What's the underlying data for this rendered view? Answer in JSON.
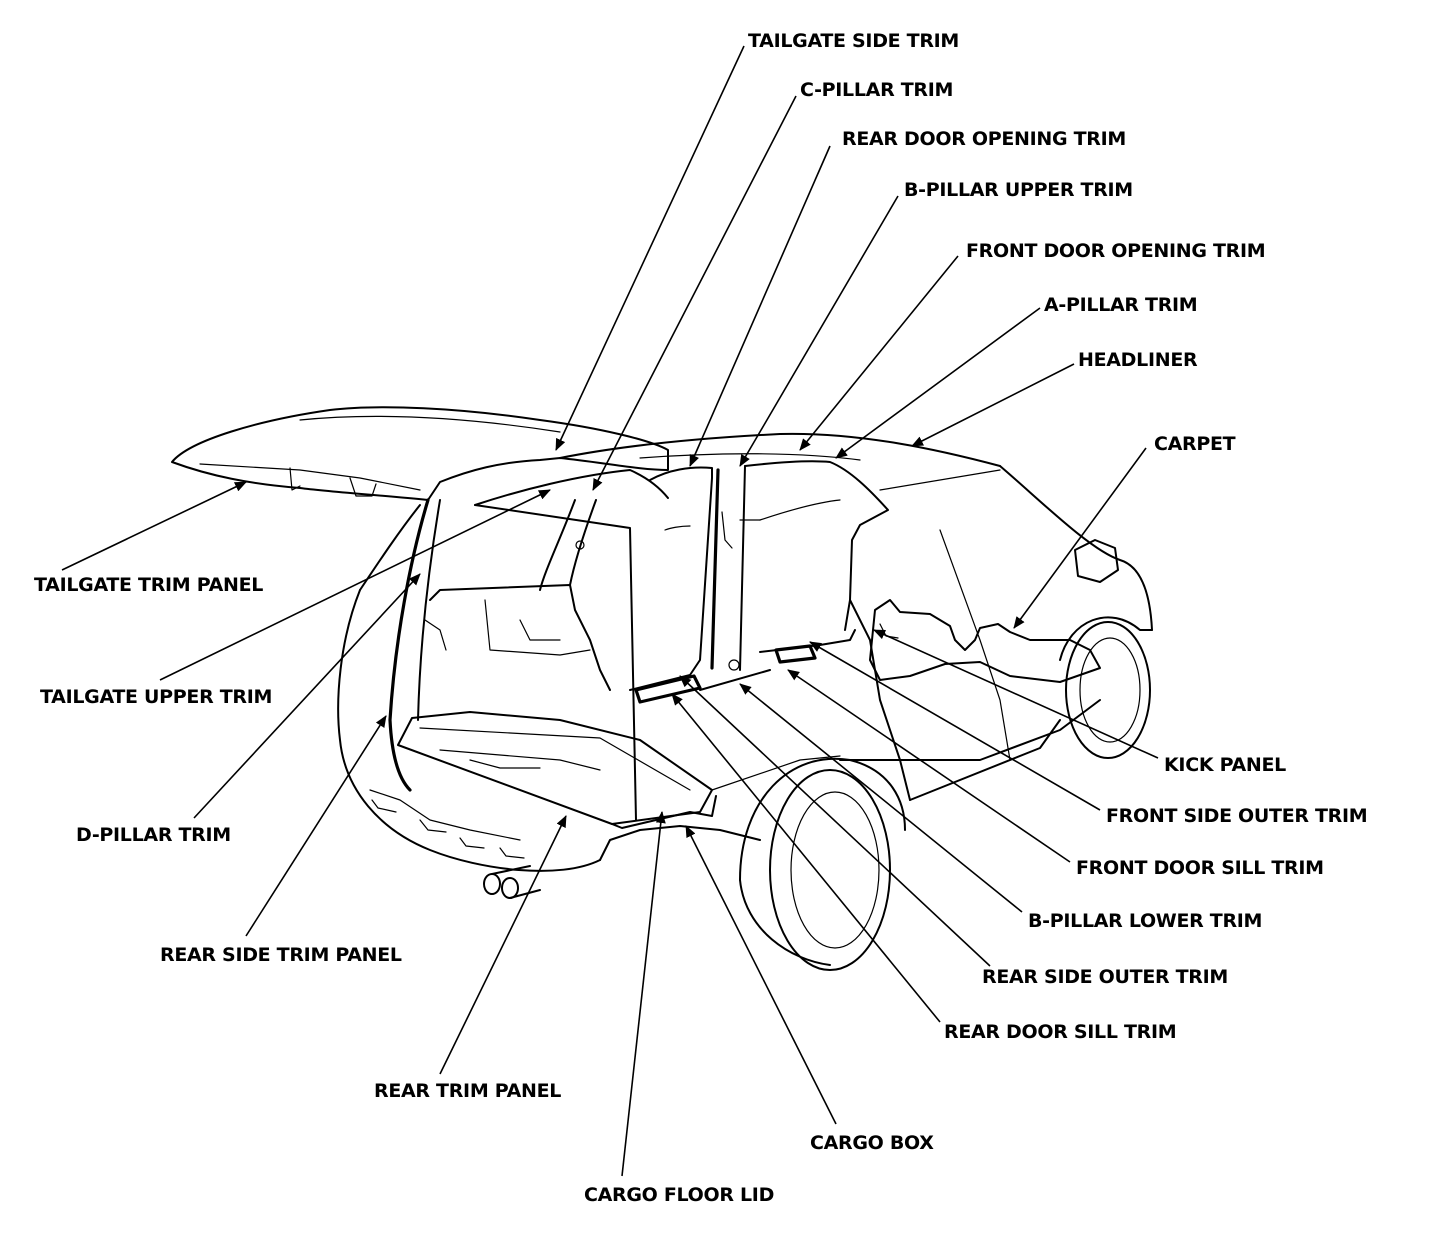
{
  "labels": {
    "tailgate_side_trim": "TAILGATE SIDE TRIM",
    "c_pillar_trim": "C-PILLAR TRIM",
    "rear_door_opening_trim": "REAR DOOR OPENING TRIM",
    "b_pillar_upper_trim": "B-PILLAR UPPER TRIM",
    "front_door_opening_trim": "FRONT DOOR OPENING TRIM",
    "a_pillar_trim": "A-PILLAR TRIM",
    "headliner": "HEADLINER",
    "carpet": "CARPET",
    "tailgate_trim_panel": "TAILGATE TRIM PANEL",
    "tailgate_upper_trim": "TAILGATE UPPER TRIM",
    "d_pillar_trim": "D-PILLAR TRIM",
    "rear_side_trim_panel": "REAR SIDE TRIM PANEL",
    "rear_trim_panel": "REAR TRIM PANEL",
    "cargo_floor_lid": "CARGO FLOOR LID",
    "cargo_box": "CARGO BOX",
    "kick_panel": "KICK PANEL",
    "front_side_outer_trim": "FRONT SIDE OUTER TRIM",
    "front_door_sill_trim": "FRONT DOOR SILL TRIM",
    "b_pillar_lower_trim": "B-PILLAR LOWER TRIM",
    "rear_side_outer_trim": "REAR SIDE OUTER TRIM",
    "rear_door_sill_trim": "REAR DOOR SILL TRIM"
  },
  "colors": {
    "ink": "#000000",
    "paper": "#ffffff"
  }
}
